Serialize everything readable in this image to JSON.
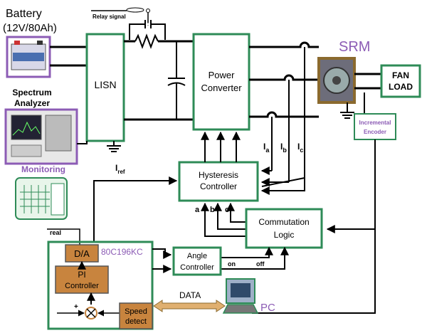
{
  "battery": {
    "title": "Battery",
    "rating": "(12V/80Ah)"
  },
  "relay_signal": "Relay signal",
  "lisn_label": "LISN",
  "power_converter": {
    "line1": "Power",
    "line2": "Converter"
  },
  "srm_label": "SRM",
  "fan_load": {
    "line1": "FAN",
    "line2": "LOAD"
  },
  "spectrum_analyzer": {
    "line1": "Spectrum",
    "line2": "Analyzer"
  },
  "monitoring_label": "Monitoring",
  "encoder": {
    "line1": "Incremental",
    "line2": "Encoder"
  },
  "currents": {
    "ia_main": "I",
    "ia_sub": "a",
    "ib_main": "I",
    "ib_sub": "b",
    "ic_main": "I",
    "ic_sub": "c"
  },
  "iref": {
    "main": "I",
    "sub": "ref"
  },
  "hysteresis": {
    "line1": "Hysteresis",
    "line2": "Controller"
  },
  "phase_labels": [
    "a",
    "b",
    "c"
  ],
  "commutation": {
    "line1": "Commutation",
    "line2": "Logic"
  },
  "real_label": "real",
  "micro_label": "80C196KC",
  "da_label": "D/A",
  "pi": {
    "line1": "PI",
    "line2": "Controller"
  },
  "angle": {
    "line1": "Angle",
    "line2": "Controller"
  },
  "on_label": "on",
  "off_label": "off",
  "speed": {
    "line1": "Speed",
    "line2": "detect"
  },
  "data_label": "DATA",
  "pc_label": "PC",
  "sum_sign": "+",
  "colors": {
    "box_green": "#2e8b57",
    "purple": "#8c5cb5",
    "brown": "#c8843e",
    "arrow_tan": "#e0b070"
  },
  "icons": [
    "battery-image",
    "spectrum-analyzer-image",
    "keypad-image",
    "pc-image",
    "motor-image",
    "resistor-symbol",
    "capacitor-symbol",
    "ground-symbol",
    "summing-junction-icon"
  ]
}
